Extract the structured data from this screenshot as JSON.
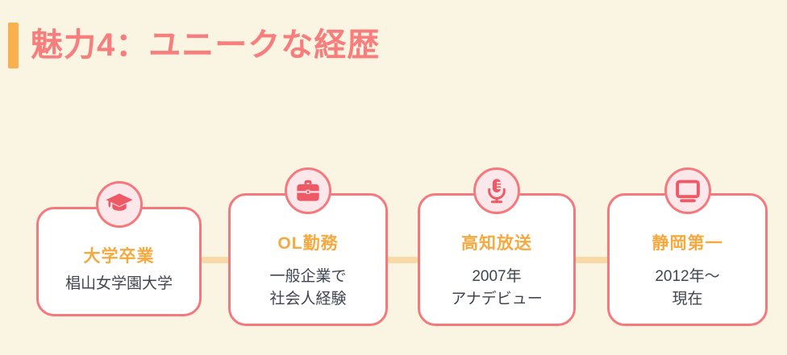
{
  "palette": {
    "background": "#FAF4E3",
    "card_border_coral": "#F5797C",
    "heading_coral": "#F87E7E",
    "accent_bar_orange": "#F9B04E",
    "step_title_orange": "#F6A93F",
    "icon_red": "#EE5966",
    "icon_circle_pink": "#FCE8EA",
    "connector_peach": "#F9D9A6",
    "detail_text_dark": "#3F4552",
    "card_background": "#FFFFFF"
  },
  "header": {
    "title": "魅力4：ユニークな経歴"
  },
  "timeline": {
    "steps": [
      {
        "icon": "graduation-cap-icon",
        "title": "大学卒業",
        "lines": [
          "椙山女学園大学"
        ]
      },
      {
        "icon": "briefcase-icon",
        "title": "OL勤務",
        "lines": [
          "一般企業で",
          "社会人経験"
        ]
      },
      {
        "icon": "microphone-icon",
        "title": "高知放送",
        "lines": [
          "2007年",
          "アナデビュー"
        ]
      },
      {
        "icon": "tv-icon",
        "title": "静岡第一",
        "lines": [
          "2012年〜",
          "現在"
        ]
      }
    ]
  }
}
